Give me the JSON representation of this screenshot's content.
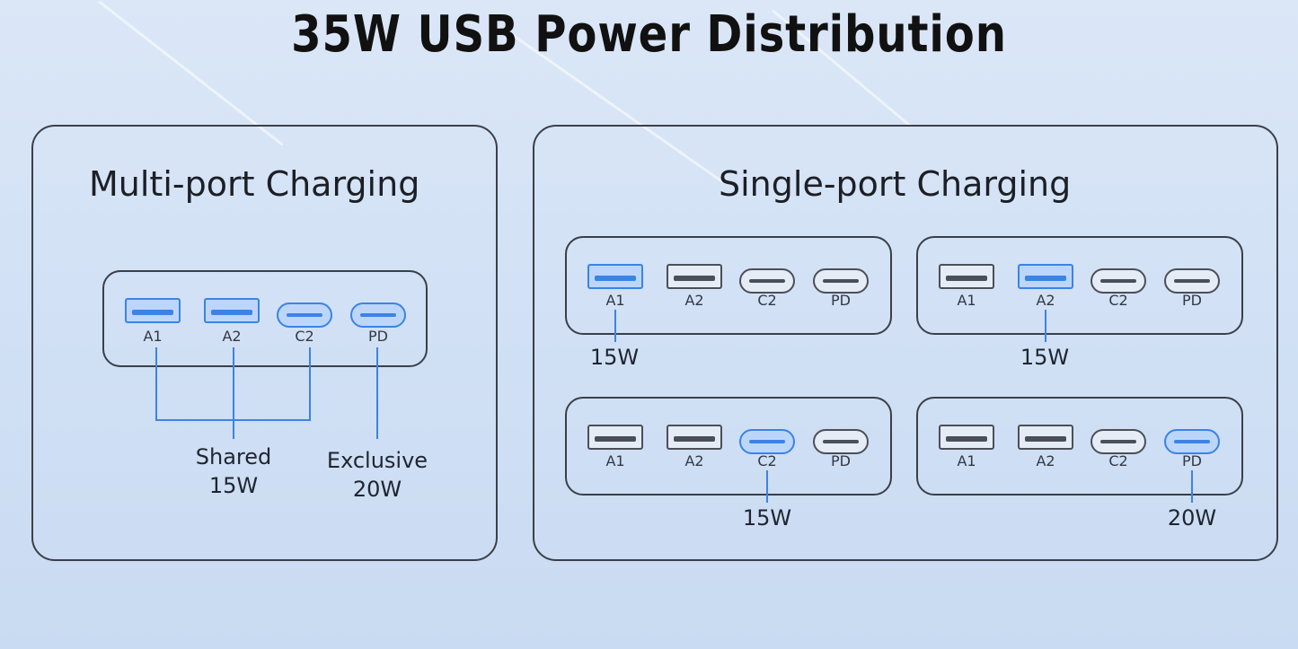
{
  "title": "35W USB Power Distribution",
  "accent_color": "#3b83e6",
  "multi": {
    "title": "Multi-port Charging",
    "ports": [
      "A1",
      "A2",
      "C2",
      "PD"
    ],
    "shared_label": "Shared",
    "shared_watt": "15W",
    "exclusive_label": "Exclusive",
    "exclusive_watt": "20W"
  },
  "single": {
    "title": "Single-port Charging",
    "groups": [
      {
        "ports": [
          "A1",
          "A2",
          "C2",
          "PD"
        ],
        "active": "A1",
        "watt": "15W"
      },
      {
        "ports": [
          "A1",
          "A2",
          "C2",
          "PD"
        ],
        "active": "A2",
        "watt": "15W"
      },
      {
        "ports": [
          "A1",
          "A2",
          "C2",
          "PD"
        ],
        "active": "C2",
        "watt": "15W"
      },
      {
        "ports": [
          "A1",
          "A2",
          "C2",
          "PD"
        ],
        "active": "PD",
        "watt": "20W"
      }
    ]
  }
}
